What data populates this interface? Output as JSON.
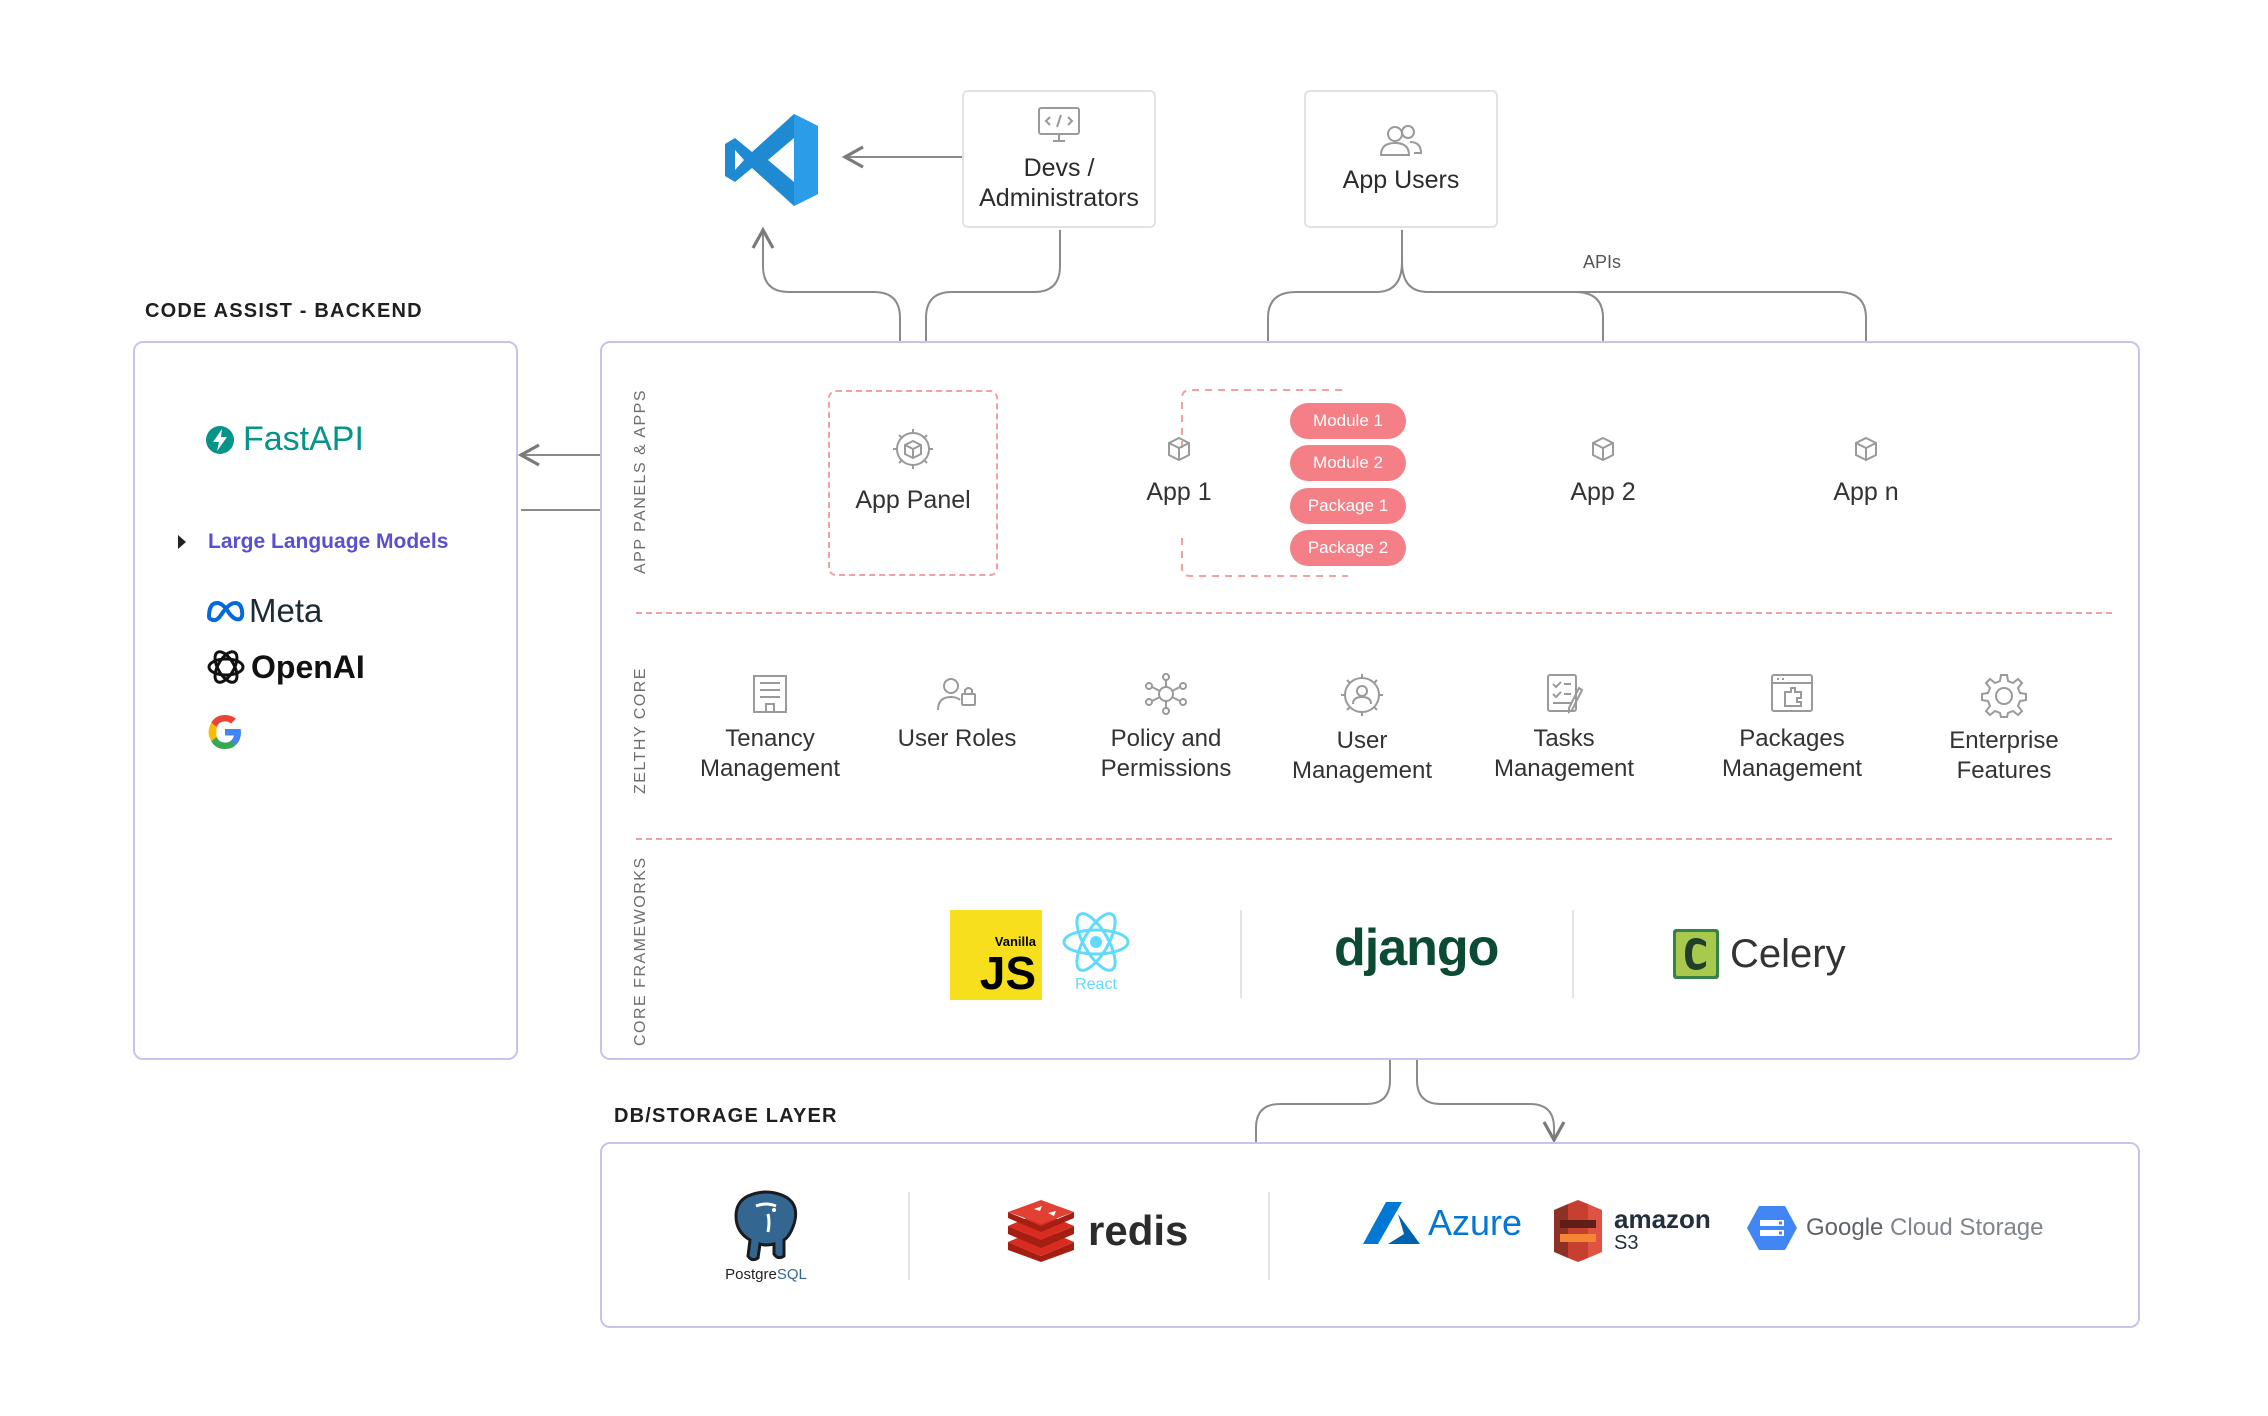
{
  "sections": {
    "code_assist": "CODE ASSIST - BACKEND",
    "db_storage": "DB/STORAGE LAYER",
    "app_panels": "APP PANELS & APPS",
    "zelthy_core": "ZELTHY CORE",
    "core_frameworks": "CORE FRAMEWORKS"
  },
  "top": {
    "devs": "Devs /\nAdministrators",
    "app_users": "App Users",
    "apis_label": "APIs"
  },
  "backend": {
    "fastapi": "FastAPI",
    "llm_heading": "Large Language Models",
    "meta": "Meta",
    "openai": "OpenAI"
  },
  "apps": {
    "panel": "App Panel",
    "app1": "App 1",
    "app2": "App 2",
    "appn": "App n",
    "pills": [
      "Module 1",
      "Module 2",
      "Package 1",
      "Package 2"
    ]
  },
  "core_items": [
    {
      "label": "Tenancy\nManagement",
      "icon": "building-icon"
    },
    {
      "label": "User Roles",
      "icon": "user-lock-icon"
    },
    {
      "label": "Policy and\nPermissions",
      "icon": "network-icon"
    },
    {
      "label": "User\nManagement",
      "icon": "user-gear-icon"
    },
    {
      "label": "Tasks\nManagement",
      "icon": "task-list-icon"
    },
    {
      "label": "Packages\nManagement",
      "icon": "package-window-icon"
    },
    {
      "label": "Enterprise\nFeatures",
      "icon": "gear-icon"
    }
  ],
  "frameworks": {
    "js_top": "Vanilla",
    "js_main": "JS",
    "react": "React",
    "django": "django",
    "celery": "Celery"
  },
  "storage": {
    "postgres_a": "Postgre",
    "postgres_b": "SQL",
    "redis": "redis",
    "azure": "Azure",
    "amazon": "amazon",
    "s3": "S3",
    "gcs_a": "Google",
    "gcs_b": " Cloud Storage"
  },
  "colors": {
    "box_border": "#c9c2ec",
    "pill": "#f47f86",
    "dash": "#f3a0a4",
    "llm_heading": "#5a4fcf",
    "fastapi": "#059487",
    "django": "#0c4b33",
    "js_yellow": "#f7df1e",
    "react": "#61dafb",
    "vscode": "#1f8ad2",
    "redis": "#d82c20",
    "azure": "#0078d4",
    "aws": "#e05243",
    "gcs": "#4285f4",
    "celery": "#37814a"
  }
}
